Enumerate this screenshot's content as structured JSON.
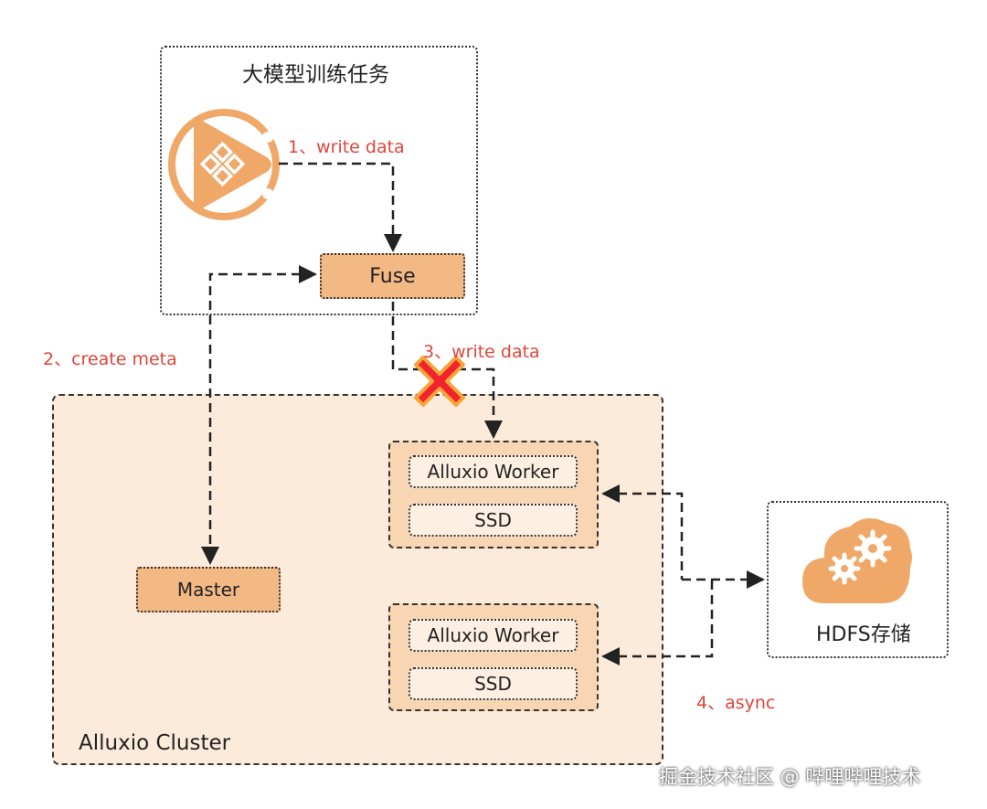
{
  "task_group": {
    "title": "大模型训练任务"
  },
  "nodes": {
    "fuse": "Fuse",
    "master": "Master",
    "worker1": {
      "label": "Alluxio Worker",
      "storage": "SSD"
    },
    "worker2": {
      "label": "Alluxio Worker",
      "storage": "SSD"
    },
    "hdfs": "HDFS存储"
  },
  "cluster": {
    "title": "Alluxio Cluster"
  },
  "edges": {
    "step1": "1、write data",
    "step2": "2、create meta",
    "step3": "3、write data",
    "step4": "4、async"
  },
  "watermark": "掘金技术社区 @ 哔哩哔哩技术",
  "colors": {
    "accent_orange": "#f0a868",
    "node_fill": "#f3b985",
    "cluster_fill": "#fcebdb",
    "label_red": "#e0443a"
  },
  "icons": {
    "app": "play-diamond-icon",
    "hdfs": "cloud-gears-icon",
    "failure": "red-x-icon"
  }
}
